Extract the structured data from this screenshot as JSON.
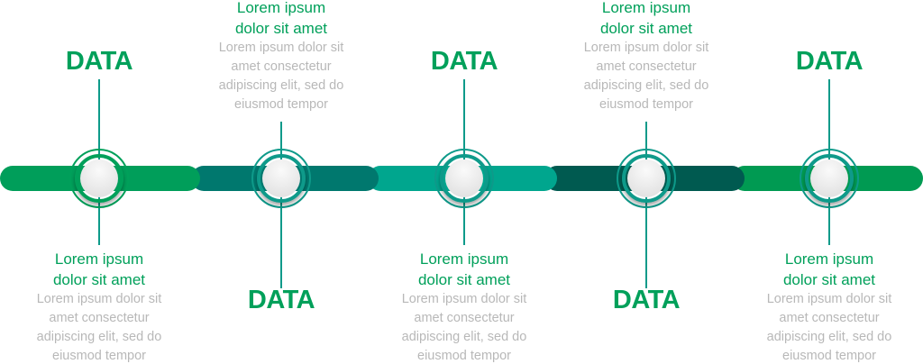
{
  "colors": {
    "seg1": "#009e5a",
    "seg2": "#00786e",
    "seg3": "#00a68e",
    "seg4": "#005a50",
    "seg5": "#009a52"
  },
  "nodes": [
    {
      "label": "DATA",
      "title1": "Lorem ipsum",
      "title2": "dolor sit amet",
      "desc": [
        "Lorem ipsum dolor sit",
        "amet  consectetur",
        "adipiscing elit, sed do",
        "eiusmod tempor"
      ]
    },
    {
      "label": "DATA",
      "title1": "Lorem ipsum",
      "title2": "dolor sit amet",
      "desc": [
        "Lorem ipsum dolor sit",
        "amet  consectetur",
        "adipiscing elit, sed do",
        "eiusmod tempor"
      ]
    },
    {
      "label": "DATA",
      "title1": "Lorem ipsum",
      "title2": "dolor sit amet",
      "desc": [
        "Lorem ipsum dolor sit",
        "amet  consectetur",
        "adipiscing elit, sed do",
        "eiusmod tempor"
      ]
    },
    {
      "label": "DATA",
      "title1": "Lorem ipsum",
      "title2": "dolor sit amet",
      "desc": [
        "Lorem ipsum dolor sit",
        "amet  consectetur",
        "adipiscing elit, sed do",
        "eiusmod tempor"
      ]
    },
    {
      "label": "DATA",
      "title1": "Lorem ipsum",
      "title2": "dolor sit amet",
      "desc": [
        "Lorem ipsum dolor sit",
        "amet  consectetur",
        "adipiscing elit, sed do",
        "eiusmod tempor"
      ]
    }
  ]
}
